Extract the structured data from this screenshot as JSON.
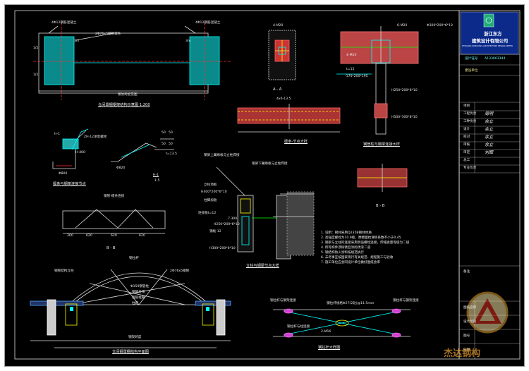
{
  "title_block": {
    "company_cn_line1": "浙江东方",
    "company_cn_line2": "建筑设计有限公司",
    "company_en": "ZHE JIANG DONGFANG ARCHITECTURE DESIGN LIMITED",
    "cert_label": "设计证号",
    "cert_no": "A133003344",
    "project_label": "建设单位",
    "rows": [
      "项目",
      "工程负责",
      "工种负责",
      "设计",
      "校对",
      "审核",
      "审定",
      "总工",
      "专业负责"
    ],
    "signature_names": [
      "周明",
      "余立",
      "余立",
      "余立",
      "余立",
      "刘辉"
    ],
    "notes_label": "备注",
    "drawing_label": "图纸名称",
    "stage_label": "设计阶段",
    "number_label": "图号",
    "date_label": "日期"
  },
  "views": {
    "v1": {
      "title": "仓间罩棚钢架结构示意图 1:200",
      "callout_left": "4Φ12钢筋混凝土",
      "callout_right": "4Φ12钢筋混凝土",
      "callout_mid": "2Φ76x5钢管檩条",
      "dim_a": "1/2",
      "dim_b": "1/2",
      "dim_bottom": "钢架跨度见图",
      "dim_side": "3m",
      "dim_side2": "3m"
    },
    "v2": {
      "title": "檩条与钢架连接节点",
      "label_h1": "H-1",
      "callout": "ZH-12承剪螺栓",
      "plate": "H-400",
      "plate2": "Φ800"
    },
    "v3": {
      "label": "H-1",
      "scale": "1:5",
      "dims": [
        "50",
        "50",
        "50",
        "50"
      ],
      "t": "t=13.5",
      "base": "Φ820"
    },
    "v4": {
      "title": "B - B",
      "top": "钢管-檩条连接",
      "dims": [
        "300",
        "620",
        "620",
        "620"
      ]
    },
    "v5": {
      "title": "仓间钢罩棚结构平面图",
      "callouts": [
        "钢管结构立柱",
        "2Φ76x5钢管",
        "钢拉杆",
        "Φ159钢管柱",
        "钢管柱顶",
        "钢管柱脚",
        "柱距"
      ],
      "dim": "钢架跨度"
    },
    "v6": {
      "title": "A - A",
      "bolt": "4-M20"
    },
    "v7": {
      "title": "钢管柱与钢梁连接大样",
      "top": "Φ300*200*6*10",
      "bolts": "6-M20",
      "plate": "H250*200*6*10",
      "plate2": "-170*200*195",
      "plate3": "4-M20",
      "plate4": "H500*300*8*10",
      "t": "t=12"
    },
    "v8": {
      "title": "檩条-节点大样",
      "dim": "4x6-13.5"
    },
    "v9": {
      "title": "B - B"
    },
    "v10": {
      "title": "立柱与钢梁节点大样",
      "callouts": [
        "钢梁上翼缘板与立柱焊接",
        "钢梁下翼缘板与立柱焊接",
        "立柱顶板",
        "H400*200*6*10",
        "柱脚加劲",
        "连接板t=12",
        "钢板-12",
        "H250*200*6*10",
        "H300*200*6*10"
      ],
      "elev": "7.300"
    },
    "v11": {
      "notes": [
        "1. 说明：钢材采用Q235B钢材材质",
        "2. 高强度螺栓为10.9级，摩擦面抗滑移系数不小于0.45",
        "3. 钢梁与立柱的连接采用高强螺栓连接，焊缝质量等级为二级",
        "4. 所有构件须除锈后涂防锈漆二道",
        "5. 钢结构防火涂料按规范执行",
        "6. 未尽事宜按国家现行有关规范、规程施工与验收",
        "7. 施工单位应会同设计单位做好图纸会审"
      ]
    },
    "v12": {
      "title": "钢拉杆大样图",
      "callouts": [
        "钢拉杆与钢架连接",
        "钢拉杆规格Φ27(2处)@11.5mm",
        "钢拉杆与钢架连接",
        "钢拉杆与柱连接",
        "2-M16"
      ]
    }
  },
  "watermark": {
    "brand": "杰达钢构"
  }
}
